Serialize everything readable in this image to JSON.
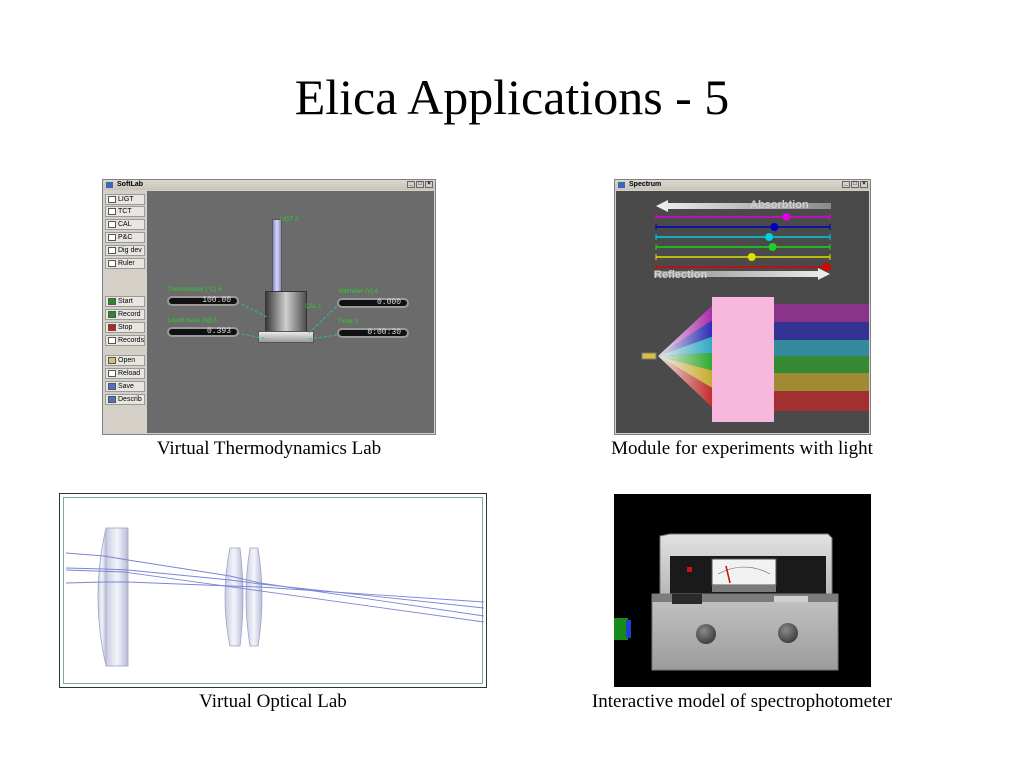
{
  "slide": {
    "title": "Elica Applications - 5"
  },
  "panels": {
    "thermo": {
      "caption": "Virtual Thermodynamics Lab",
      "window_title": "SoftLab",
      "window_buttons": [
        "_",
        "□",
        "×"
      ],
      "tools": [
        {
          "label": "LIGT",
          "icon": "thermometer-icon"
        },
        {
          "label": "TCT",
          "icon": "sensor-icon"
        },
        {
          "label": "CAL",
          "icon": "calorimeter-icon"
        },
        {
          "label": "P&C",
          "icon": "pressure-icon"
        },
        {
          "label": "Dig dev",
          "icon": "digital-device-icon"
        },
        {
          "label": "Ruler",
          "icon": "ruler-icon"
        }
      ],
      "controls": [
        {
          "label": "Start",
          "icon": "start-icon"
        },
        {
          "label": "Record",
          "icon": "record-icon"
        },
        {
          "label": "Stop",
          "icon": "stop-icon"
        },
        {
          "label": "Records",
          "icon": "records-icon"
        }
      ],
      "files": [
        {
          "label": "Open",
          "icon": "open-icon"
        },
        {
          "label": "Reload",
          "icon": "reload-icon"
        },
        {
          "label": "Save",
          "icon": "save-icon"
        },
        {
          "label": "Describ",
          "icon": "describe-icon"
        }
      ],
      "meters": {
        "thermometer": {
          "label": "Thermometer (°C) 5",
          "value": "100.00"
        },
        "liquid_mass": {
          "label": "Liquid mass (kg) 6",
          "value": "0.393"
        },
        "voltmeter": {
          "label": "Voltmeter (V) 4",
          "value": "0.000"
        },
        "timer": {
          "label": "Timer 3",
          "value": "0:00:30"
        }
      },
      "apparatus": {
        "thermo_label": "LIGT 2",
        "cal_label": "CAL 1"
      },
      "colors": {
        "canvas": "#6b6b6b",
        "label_green": "#2cd12c"
      }
    },
    "spectrum": {
      "caption": "Module for experiments with light",
      "window_title": "Spectrum",
      "window_buttons": [
        "_",
        "□",
        "×"
      ],
      "absorption_label": "Absorbtion",
      "reflection_label": "Reflection",
      "sliders": [
        {
          "color": "#e000e0",
          "level": 0.75
        },
        {
          "color": "#0000c0",
          "level": 0.68
        },
        {
          "color": "#00d0e0",
          "level": 0.65
        },
        {
          "color": "#20d020",
          "level": 0.67
        },
        {
          "color": "#e0e000",
          "level": 0.55
        },
        {
          "color": "#e00000",
          "level": 0.98
        }
      ],
      "colors": {
        "sample": "#f7b8dc",
        "canvas": "#4a4a4a"
      }
    },
    "optical": {
      "caption": "Virtual Optical Lab"
    },
    "spectrophotometer": {
      "caption": "Interactive model of spectrophotometer"
    }
  }
}
